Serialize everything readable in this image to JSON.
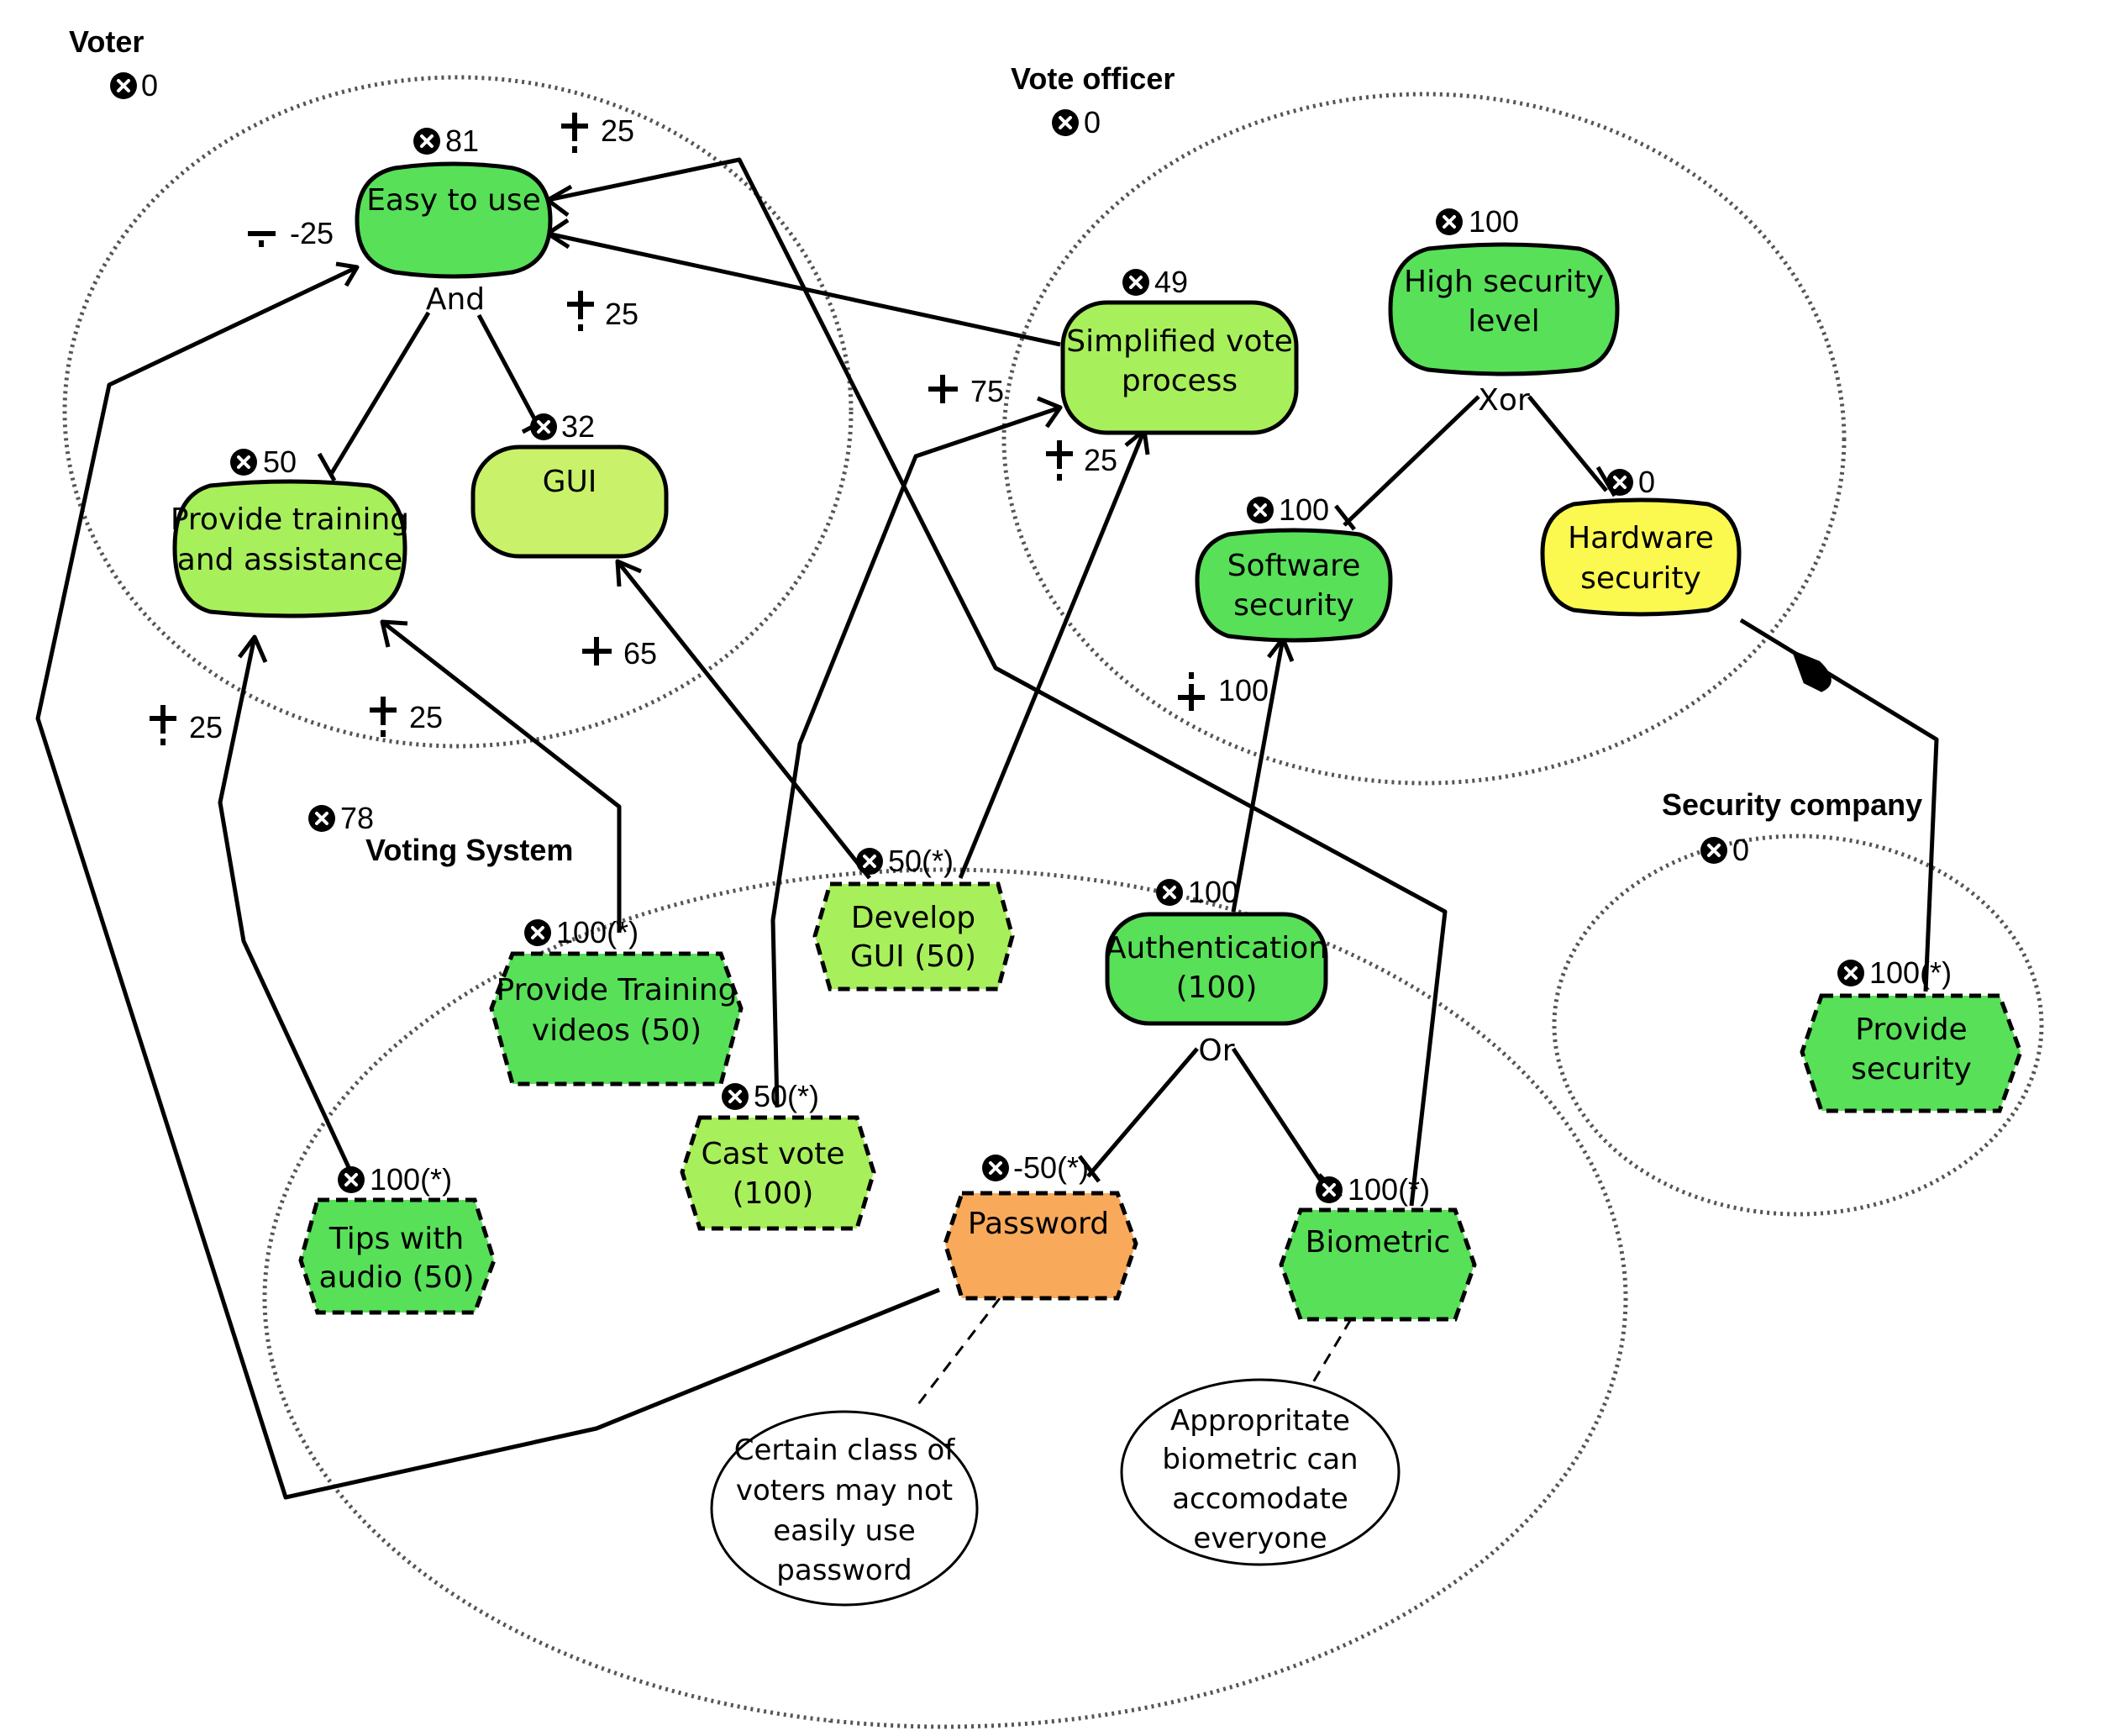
{
  "colors": {
    "bright_green": "#58e058",
    "light_green": "#a8ef5c",
    "yellow_green": "#c9f26a",
    "yellow": "#fbf94f",
    "orange": "#f8a95a",
    "boundary": "#555555",
    "line": "#000000"
  },
  "icons": {
    "score": "denied-x-icon",
    "help": "plus-icon",
    "hurt": "minus-icon",
    "dependency": "d-arrow-icon"
  },
  "actors": {
    "voter": {
      "name": "Voter",
      "score": "0"
    },
    "vote_officer": {
      "name": "Vote officer",
      "score": "0"
    },
    "voting_system": {
      "name": "Voting System",
      "score": "78"
    },
    "security_company": {
      "name": "Security company",
      "score": "0"
    }
  },
  "elements": {
    "easy_to_use": {
      "lines": [
        "Easy to use"
      ],
      "score": "81"
    },
    "provide_training": {
      "lines": [
        "Provide training",
        "and assistance"
      ],
      "score": "50"
    },
    "gui": {
      "lines": [
        "GUI"
      ],
      "score": "32"
    },
    "simplified_vote": {
      "lines": [
        "Simplified vote",
        "process"
      ],
      "score": "49"
    },
    "high_security": {
      "lines": [
        "High security",
        "level"
      ],
      "score": "100"
    },
    "software_security": {
      "lines": [
        "Software",
        "security"
      ],
      "score": "100"
    },
    "hardware_security": {
      "lines": [
        "Hardware",
        "security"
      ],
      "score": "0"
    },
    "develop_gui": {
      "lines": [
        "Develop",
        "GUI  (50)"
      ],
      "score": "50(*)"
    },
    "provide_training_videos": {
      "lines": [
        "Provide Training",
        "videos  (50)"
      ],
      "score": "100(*)"
    },
    "authentication": {
      "lines": [
        "Authentication",
        "(100)"
      ],
      "score": "100"
    },
    "cast_vote": {
      "lines": [
        "Cast vote",
        "(100)"
      ],
      "score": "50(*)"
    },
    "tips_with_audio": {
      "lines": [
        "Tips with",
        "audio  (50)"
      ],
      "score": "100(*)"
    },
    "password": {
      "lines": [
        "Password"
      ],
      "score": "-50(*)"
    },
    "biometric": {
      "lines": [
        "Biometric"
      ],
      "score": "100(*)"
    },
    "provide_security": {
      "lines": [
        "Provide",
        "security"
      ],
      "score": "100(*)"
    }
  },
  "decompositions": {
    "and": "And",
    "xor": "Xor",
    "or": "Or"
  },
  "contributions": {
    "hurt_easy": "-25",
    "help_top_easy": "25",
    "help_mid_easy": "25",
    "help_simplified_75": "75",
    "help_simplified_25": "25",
    "help_gui_65": "65",
    "help_software_100": "100",
    "help_tips_25": "25",
    "help_videos_25": "25"
  },
  "notes": {
    "password_note": [
      "Certain class of",
      "voters may not",
      "easily use",
      "password"
    ],
    "biometric_note": [
      "Appropritate",
      "biometric can",
      "accomodate",
      "everyone"
    ]
  }
}
